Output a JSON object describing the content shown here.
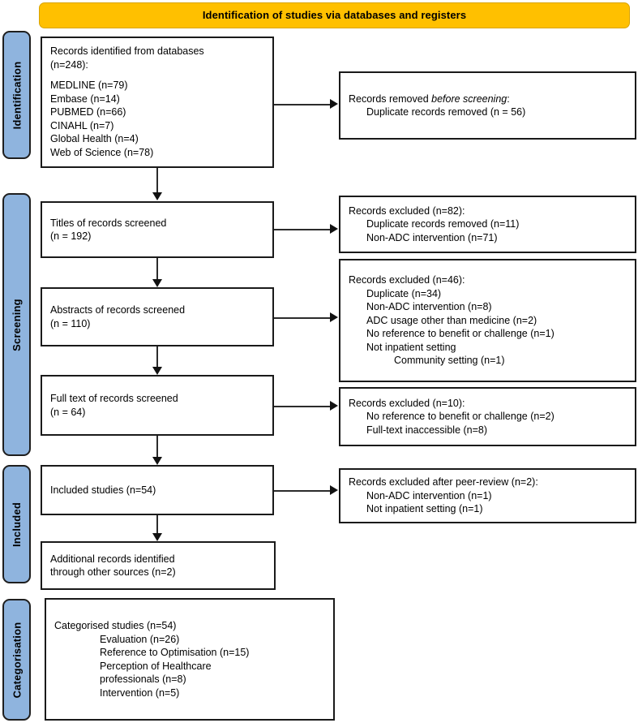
{
  "header": {
    "title": "Identification of studies via databases and registers",
    "background_color": "#FFC000"
  },
  "stage_labels": {
    "accent_color": "#8FB4DE",
    "items": [
      {
        "id": "identification",
        "label": "Identification"
      },
      {
        "id": "screening",
        "label": "Screening"
      },
      {
        "id": "included",
        "label": "Included"
      },
      {
        "id": "categorisation",
        "label": "Categorisation"
      }
    ]
  },
  "flow": {
    "identified_box": {
      "title_line1": "Records identified from databases",
      "title_line2": "(n=248):",
      "sources": [
        "MEDLINE (n=79)",
        "Embase (n=14)",
        "PUBMED (n=66)",
        "CINAHL (n=7)",
        "Global Health (n=4)",
        "Web of Science (n=78)"
      ]
    },
    "removed_before_screening": {
      "heading_plain": "Records removed ",
      "heading_italic": "before screening",
      "heading_suffix": ":",
      "items": [
        "Duplicate records removed (n = 56)"
      ]
    },
    "titles_screened": {
      "line1": "Titles of records screened",
      "line2": "(n = 192)"
    },
    "titles_excluded": {
      "heading": "Records excluded (n=82):",
      "items": [
        "Duplicate records removed (n=11)",
        "Non-ADC intervention (n=71)"
      ]
    },
    "abstracts_screened": {
      "line1": "Abstracts of records screened",
      "line2": "(n = 110)"
    },
    "abstracts_excluded": {
      "heading": "Records excluded (n=46):",
      "items": [
        "Duplicate (n=34)",
        "Non-ADC intervention (n=8)",
        "ADC usage other than medicine (n=2)",
        "No reference to benefit or challenge (n=1)",
        "Not inpatient setting"
      ],
      "subitems": [
        "Community setting (n=1)"
      ]
    },
    "fulltext_screened": {
      "line1": "Full text of records screened",
      "line2": "(n = 64)"
    },
    "fulltext_excluded": {
      "heading": "Records excluded (n=10):",
      "items": [
        "No reference to benefit or challenge (n=2)",
        "Full-text inaccessible (n=8)"
      ]
    },
    "included_studies": {
      "line1": "Included studies (n=54)"
    },
    "peer_review_excluded": {
      "heading": "Records excluded after peer-review (n=2):",
      "items": [
        "Non-ADC intervention (n=1)",
        "Not inpatient setting (n=1)"
      ]
    },
    "additional_records": {
      "line1": "Additional records identified",
      "line2": "through other sources (n=2)"
    },
    "categorised_studies": {
      "heading": "Categorised studies (n=54)",
      "items": [
        "Evaluation (n=26)",
        "Reference to Optimisation (n=15)",
        "Perception of Healthcare",
        "professionals (n=8)",
        "Intervention (n=5)"
      ]
    }
  }
}
